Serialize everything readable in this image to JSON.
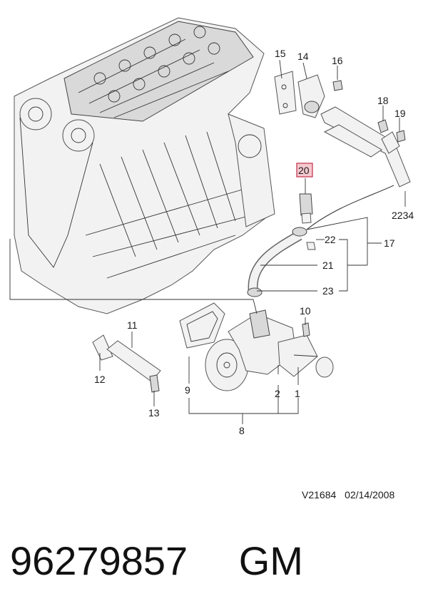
{
  "diagram": {
    "callouts": {
      "c1": "1",
      "c2": "2",
      "c8": "8",
      "c9": "9",
      "c10": "10",
      "c11": "11",
      "c12": "12",
      "c13": "13",
      "c14": "14",
      "c15": "15",
      "c16": "16",
      "c17": "17",
      "c18": "18",
      "c19": "19",
      "c20": "20",
      "c21": "21",
      "c22": "22",
      "c23": "23",
      "c2234": "2234"
    },
    "highlighted_callout": "20",
    "highlight_color": "#f4c9cf",
    "highlight_border": "#c2304a",
    "reference": {
      "code": "V21684",
      "date": "02/14/2008"
    }
  },
  "footer": {
    "part_number": "96279857",
    "brand": "GM"
  }
}
